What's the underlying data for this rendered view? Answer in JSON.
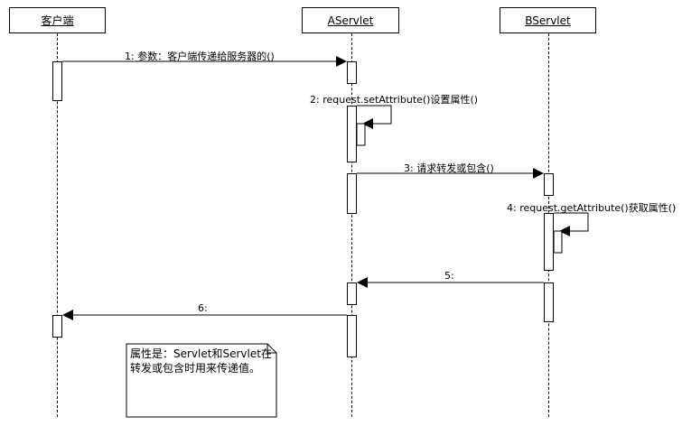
{
  "participants": {
    "client": "客户端",
    "a_servlet": "AServlet",
    "b_servlet": "BServlet"
  },
  "messages": {
    "m1": "1: 参数：客户端传递给服务器的()",
    "m2": "2: request.setAttribute()设置属性()",
    "m3": "3: 请求转发或包含()",
    "m4": "4: request.getAttribute()获取属性()",
    "m5": "5:",
    "m6": "6:"
  },
  "note": {
    "line1": "属性是：Servlet和Servlet在",
    "line2": "转发或包含时用来传递值。"
  }
}
